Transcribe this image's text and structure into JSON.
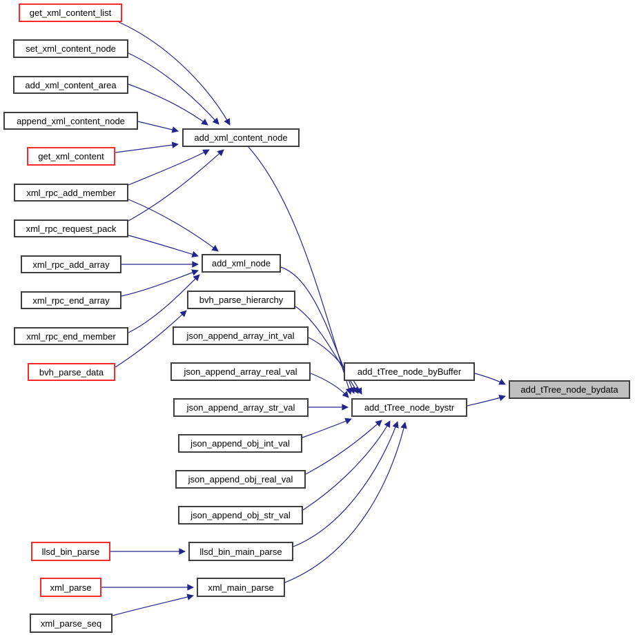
{
  "graph": {
    "type": "caller-graph",
    "colors": {
      "edge": "#23238c",
      "border": "#3d3d3d",
      "red_border": "#fb2a2a",
      "highlight_fill": "#bfbfbf",
      "node_fill": "#ffffff",
      "text": "#000000",
      "background": "#ffffff"
    },
    "highlighted_node": "add_tTree_node_bydata",
    "nodes": [
      {
        "label": "get_xml_content_list",
        "style": "red"
      },
      {
        "label": "set_xml_content_node",
        "style": "normal"
      },
      {
        "label": "add_xml_content_area",
        "style": "normal"
      },
      {
        "label": "append_xml_content_node",
        "style": "normal"
      },
      {
        "label": "get_xml_content",
        "style": "red"
      },
      {
        "label": "xml_rpc_add_member",
        "style": "normal"
      },
      {
        "label": "xml_rpc_request_pack",
        "style": "normal"
      },
      {
        "label": "xml_rpc_add_array",
        "style": "normal"
      },
      {
        "label": "xml_rpc_end_array",
        "style": "normal"
      },
      {
        "label": "xml_rpc_end_member",
        "style": "normal"
      },
      {
        "label": "bvh_parse_data",
        "style": "red"
      },
      {
        "label": "llsd_bin_parse",
        "style": "red"
      },
      {
        "label": "xml_parse",
        "style": "red"
      },
      {
        "label": "xml_parse_seq",
        "style": "normal"
      },
      {
        "label": "add_xml_content_node",
        "style": "normal"
      },
      {
        "label": "add_xml_node",
        "style": "normal"
      },
      {
        "label": "bvh_parse_hierarchy",
        "style": "normal"
      },
      {
        "label": "json_append_array_int_val",
        "style": "normal"
      },
      {
        "label": "json_append_array_real_val",
        "style": "normal"
      },
      {
        "label": "json_append_array_str_val",
        "style": "normal"
      },
      {
        "label": "json_append_obj_int_val",
        "style": "normal"
      },
      {
        "label": "json_append_obj_real_val",
        "style": "normal"
      },
      {
        "label": "json_append_obj_str_val",
        "style": "normal"
      },
      {
        "label": "llsd_bin_main_parse",
        "style": "normal"
      },
      {
        "label": "xml_main_parse",
        "style": "normal"
      },
      {
        "label": "add_tTree_node_byBuffer",
        "style": "normal"
      },
      {
        "label": "add_tTree_node_bystr",
        "style": "normal"
      },
      {
        "label": "add_tTree_node_bydata",
        "style": "current"
      }
    ],
    "edges": [
      {
        "from": "get_xml_content_list",
        "to": "add_xml_content_node"
      },
      {
        "from": "set_xml_content_node",
        "to": "add_xml_content_node"
      },
      {
        "from": "add_xml_content_area",
        "to": "add_xml_content_node"
      },
      {
        "from": "append_xml_content_node",
        "to": "add_xml_content_node"
      },
      {
        "from": "get_xml_content",
        "to": "add_xml_content_node"
      },
      {
        "from": "xml_rpc_add_member",
        "to": "add_xml_content_node"
      },
      {
        "from": "xml_rpc_request_pack",
        "to": "add_xml_content_node"
      },
      {
        "from": "xml_rpc_add_member",
        "to": "add_xml_node"
      },
      {
        "from": "xml_rpc_request_pack",
        "to": "add_xml_node"
      },
      {
        "from": "xml_rpc_add_array",
        "to": "add_xml_node"
      },
      {
        "from": "xml_rpc_end_array",
        "to": "add_xml_node"
      },
      {
        "from": "xml_rpc_end_member",
        "to": "add_xml_node"
      },
      {
        "from": "bvh_parse_data",
        "to": "bvh_parse_hierarchy"
      },
      {
        "from": "add_xml_content_node",
        "to": "add_tTree_node_bystr"
      },
      {
        "from": "add_xml_node",
        "to": "add_tTree_node_bystr"
      },
      {
        "from": "bvh_parse_hierarchy",
        "to": "add_tTree_node_bystr"
      },
      {
        "from": "json_append_array_int_val",
        "to": "add_tTree_node_bystr"
      },
      {
        "from": "json_append_array_real_val",
        "to": "add_tTree_node_bystr"
      },
      {
        "from": "json_append_array_str_val",
        "to": "add_tTree_node_bystr"
      },
      {
        "from": "json_append_obj_int_val",
        "to": "add_tTree_node_bystr"
      },
      {
        "from": "json_append_obj_real_val",
        "to": "add_tTree_node_bystr"
      },
      {
        "from": "json_append_obj_str_val",
        "to": "add_tTree_node_bystr"
      },
      {
        "from": "llsd_bin_main_parse",
        "to": "add_tTree_node_bystr"
      },
      {
        "from": "xml_main_parse",
        "to": "add_tTree_node_bystr"
      },
      {
        "from": "llsd_bin_parse",
        "to": "llsd_bin_main_parse"
      },
      {
        "from": "xml_parse",
        "to": "xml_main_parse"
      },
      {
        "from": "xml_parse_seq",
        "to": "xml_main_parse"
      },
      {
        "from": "add_tTree_node_byBuffer",
        "to": "add_tTree_node_bydata"
      },
      {
        "from": "add_tTree_node_bystr",
        "to": "add_tTree_node_bydata"
      }
    ]
  }
}
